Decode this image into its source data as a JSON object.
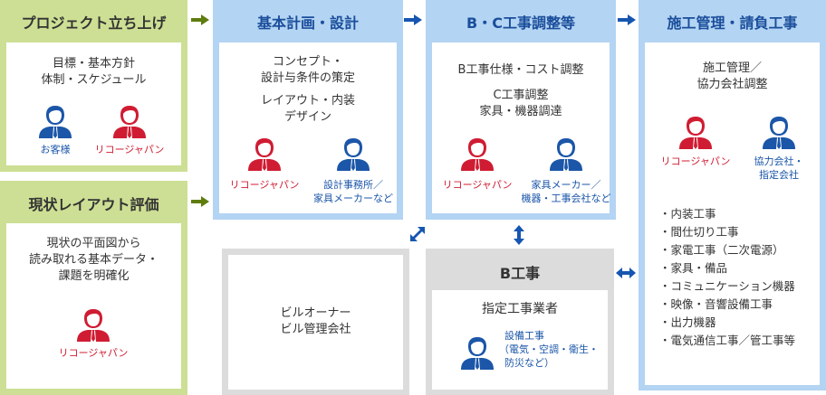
{
  "colors": {
    "green_bg": "#cddf94",
    "blue_bg": "#b3d4f3",
    "gray_bg": "#dcdcdc",
    "green_arrow": "#5e7d0e",
    "blue_arrow": "#1656b0",
    "header_blue_text": "#1b4e9b",
    "person_red": "#d01c32",
    "person_blue": "#1b56a8"
  },
  "stage1": {
    "title": "プロジェクト立ち上げ",
    "lines": [
      "目標・基本方針",
      "体制・スケジュール"
    ],
    "people": [
      {
        "label": "お客様",
        "color": "blue"
      },
      {
        "label": "リコージャパン",
        "color": "red"
      }
    ]
  },
  "stage1b": {
    "title": "現状レイアウト評価",
    "lines": [
      "現状の平面図から",
      "読み取れる基本データ・",
      "課題を明確化"
    ],
    "people": [
      {
        "label": "リコージャパン",
        "color": "red"
      }
    ]
  },
  "stage2": {
    "title": "基本計画・設計",
    "lines_a": [
      "コンセプト・",
      "設計与条件の策定"
    ],
    "lines_b": [
      "レイアウト・内装",
      "デザイン"
    ],
    "people": [
      {
        "label": "リコージャパン",
        "color": "red"
      },
      {
        "label_1": "設計事務所／",
        "label_2": "家具メーカーなど",
        "color": "blue"
      }
    ]
  },
  "stage3": {
    "title": "B・C工事調整等",
    "lines_a": [
      "B工事仕様・コスト調整"
    ],
    "lines_b": [
      "C工事調整",
      "家具・機器調達"
    ],
    "people": [
      {
        "label": "リコージャパン",
        "color": "red"
      },
      {
        "label_1": "家具メーカー／",
        "label_2": "機器・工事会社など",
        "color": "blue"
      }
    ]
  },
  "stage4": {
    "title": "施工管理・請負工事",
    "lines": [
      "施工管理／",
      "協力会社調整"
    ],
    "people": [
      {
        "label": "リコージャパン",
        "color": "red"
      },
      {
        "label_1": "協力会社・",
        "label_2": "指定会社",
        "color": "blue"
      }
    ],
    "items": [
      "内装工事",
      "間仕切り工事",
      "家電工事（二次電源）",
      "家具・備品",
      "コミュニケーション機器",
      "映像・音響設備工事",
      "出力機器",
      "電気通信工事／管工事等"
    ]
  },
  "owner": {
    "lines": [
      "ビルオーナー",
      "ビル管理会社"
    ]
  },
  "bwork": {
    "title": "B工事",
    "subtitle": "指定工事業者",
    "person_label": [
      "設備工事",
      "（電気・空調・衛生・",
      "防災など）"
    ]
  },
  "arrows": [
    {
      "from": "stage1",
      "to": "stage2",
      "type": "right",
      "color": "green"
    },
    {
      "from": "stage1b",
      "to": "stage2",
      "type": "right",
      "color": "green"
    },
    {
      "from": "stage2",
      "to": "stage3",
      "type": "right",
      "color": "blue"
    },
    {
      "from": "stage3",
      "to": "stage4",
      "type": "right",
      "color": "blue"
    },
    {
      "from": "stage3",
      "to": "owner",
      "type": "diagonal-both",
      "color": "blue"
    },
    {
      "from": "stage3",
      "to": "bwork",
      "type": "vertical-both",
      "color": "blue"
    },
    {
      "from": "bwork",
      "to": "stage4",
      "type": "horizontal-both",
      "color": "blue"
    }
  ]
}
